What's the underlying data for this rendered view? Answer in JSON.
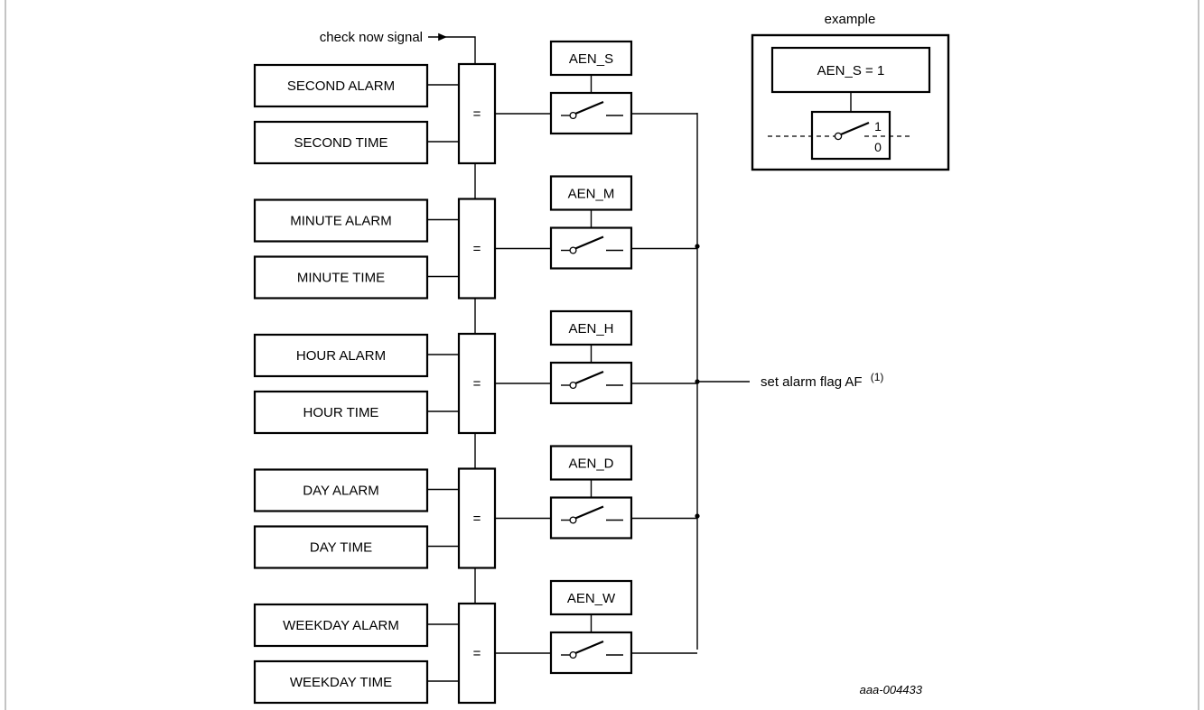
{
  "figure_id": "aaa-004433",
  "check_now_label": "check now signal",
  "output_label": "set alarm flag AF",
  "output_note": "(1)",
  "comparator_symbol": "=",
  "rows": [
    {
      "alarm": "SECOND ALARM",
      "time": "SECOND TIME",
      "enable": "AEN_S"
    },
    {
      "alarm": "MINUTE ALARM",
      "time": "MINUTE TIME",
      "enable": "AEN_M"
    },
    {
      "alarm": "HOUR ALARM",
      "time": "HOUR TIME",
      "enable": "AEN_H"
    },
    {
      "alarm": "DAY ALARM",
      "time": "DAY TIME",
      "enable": "AEN_D"
    },
    {
      "alarm": "WEEKDAY ALARM",
      "time": "WEEKDAY TIME",
      "enable": "AEN_W"
    }
  ],
  "example": {
    "title": "example",
    "enable_label": "AEN_S = 1",
    "switch_on": "1",
    "switch_off": "0"
  }
}
